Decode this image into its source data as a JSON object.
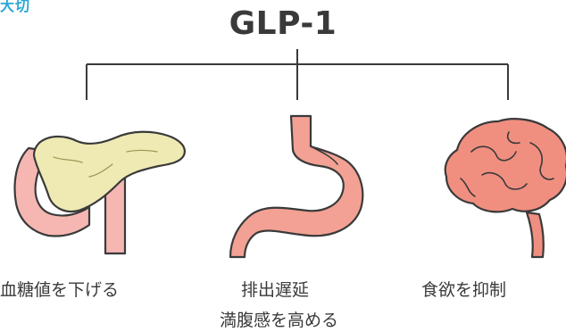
{
  "corner_text": "大切",
  "title": "GLP-1",
  "effects": [
    {
      "organ": "pancreas",
      "lines": [
        "血糖値を下げる"
      ]
    },
    {
      "organ": "stomach",
      "lines": [
        "排出遅延",
        "満腹感を高める"
      ]
    },
    {
      "organ": "brain",
      "lines": [
        "食欲を抑制"
      ]
    }
  ],
  "colors": {
    "outline": "#3a3a3a",
    "duodenum": "#f6b7b3",
    "pancreas": "#efeab3",
    "stomach": "#f3a194",
    "brain": "#f08f80",
    "corner": "#2aa7d8"
  }
}
